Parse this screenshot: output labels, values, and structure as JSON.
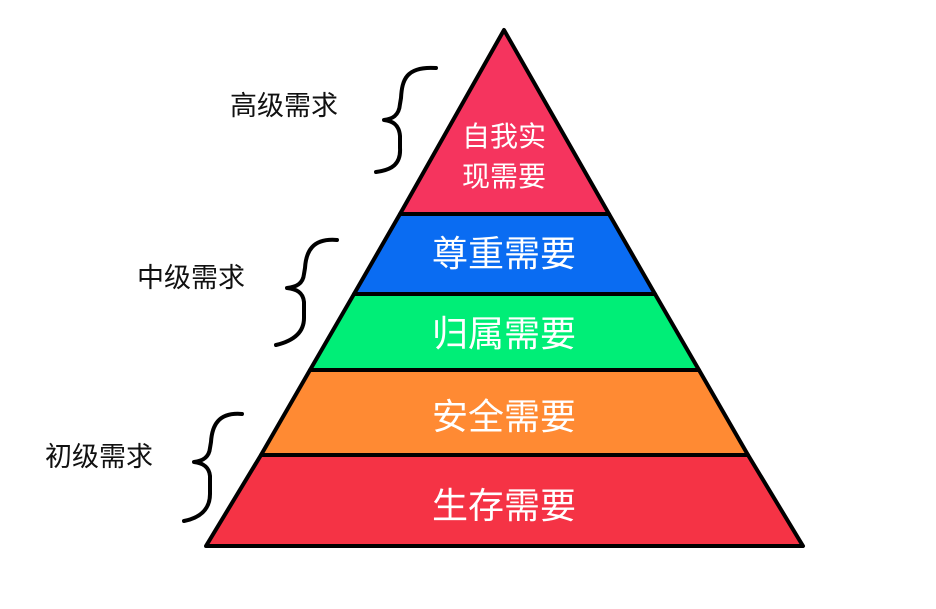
{
  "levels": [
    {
      "label": "高级需求"
    },
    {
      "label": "中级需求"
    },
    {
      "label": "初级需求"
    }
  ],
  "tiers": [
    {
      "lines": [
        "自我实",
        "现需要"
      ],
      "color": "#f5345e"
    },
    {
      "lines": [
        "尊重需要"
      ],
      "color": "#0a6cf2"
    },
    {
      "lines": [
        "归属需要"
      ],
      "color": "#00ee77"
    },
    {
      "lines": [
        "安全需要"
      ],
      "color": "#ff8a33"
    },
    {
      "lines": [
        "生存需要"
      ],
      "color": "#f53345"
    }
  ]
}
